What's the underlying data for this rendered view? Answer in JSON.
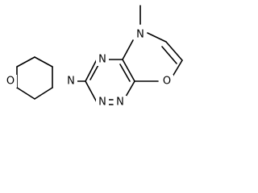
{
  "structure": {
    "atoms": [
      {
        "key": "N_methyl",
        "symbol": "N"
      },
      {
        "key": "N_upper",
        "symbol": "N"
      },
      {
        "key": "N_morpholine",
        "symbol": "N"
      },
      {
        "key": "O_morpholine",
        "symbol": "O"
      },
      {
        "key": "O_ring",
        "symbol": "O"
      },
      {
        "key": "N_lower_left",
        "symbol": "N"
      },
      {
        "key": "N_lower_right",
        "symbol": "N"
      }
    ]
  },
  "colors": {
    "bond": "#000000",
    "text": "#000000",
    "background": "#ffffff"
  }
}
